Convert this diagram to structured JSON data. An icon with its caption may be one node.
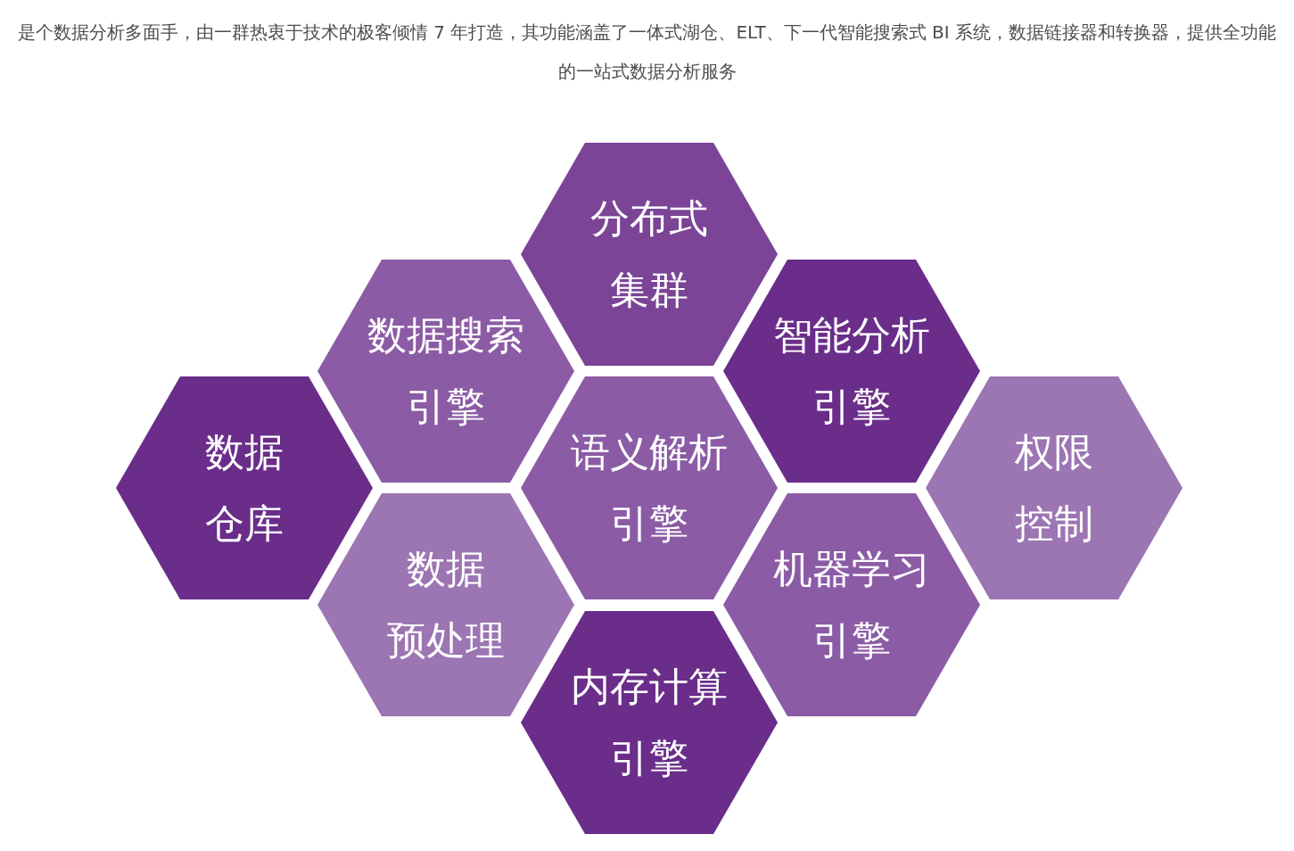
{
  "diagram": {
    "caption": "是个数据分析多面手，由一群热衷于技术的极客倾情 7 年打造，其功能涵盖了一体式湖仓、ELT、下一代智能搜索式 BI 系统，数据链接器和转换器，提供全功能的一站式数据分析服务",
    "nodes": [
      {
        "text": [
          "分布式集群"
        ]
      },
      {
        "text": [
          "数据搜索引擎"
        ]
      },
      {
        "text": [
          "智能分析引擎"
        ]
      },
      {
        "text": [
          "数据仓库"
        ]
      },
      {
        "text": [
          "语义解析引擎"
        ]
      },
      {
        "text": [
          "权限控制"
        ]
      },
      {
        "text": [
          "数据预处理"
        ]
      },
      {
        "text": [
          "机器学习引擎"
        ]
      },
      {
        "text": [
          "内存计算引擎"
        ]
      }
    ]
  }
}
